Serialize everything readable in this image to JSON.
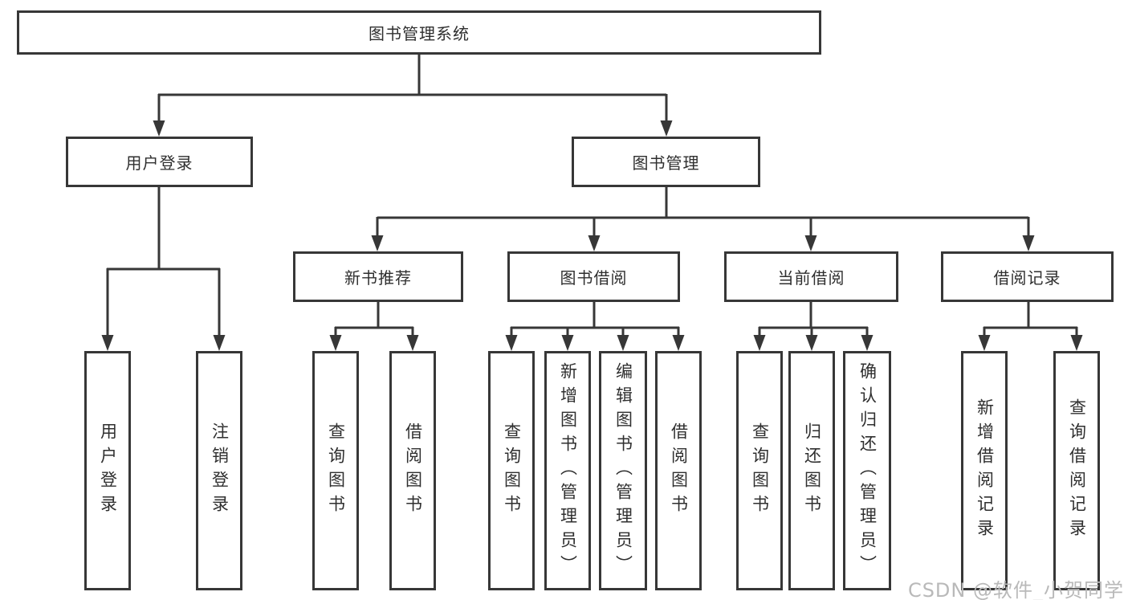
{
  "diagram": {
    "root": {
      "label": "图书管理系统"
    },
    "branches": [
      {
        "label": "用户登录",
        "leaves": [
          {
            "label": "用户登录"
          },
          {
            "label": "注销登录"
          }
        ]
      },
      {
        "label": "图书管理",
        "children": [
          {
            "label": "新书推荐",
            "leaves": [
              {
                "label": "查询图书"
              },
              {
                "label": "借阅图书"
              }
            ]
          },
          {
            "label": "图书借阅",
            "leaves": [
              {
                "label": "查询图书"
              },
              {
                "label": "新增图书（管理员）"
              },
              {
                "label": "编辑图书（管理员）"
              },
              {
                "label": "借阅图书"
              }
            ]
          },
          {
            "label": "当前借阅",
            "leaves": [
              {
                "label": "查询图书"
              },
              {
                "label": "归还图书"
              },
              {
                "label": "确认归还（管理员）"
              }
            ]
          },
          {
            "label": "借阅记录",
            "leaves": [
              {
                "label": "新增借阅记录"
              },
              {
                "label": "查询借阅记录"
              }
            ]
          }
        ]
      }
    ]
  },
  "watermark": {
    "text": "CSDN @软件_小贺同学"
  },
  "colors": {
    "line": "#373737",
    "text": "#2f2f2f",
    "background": "#ffffff",
    "watermark": "#b9b9b9"
  }
}
